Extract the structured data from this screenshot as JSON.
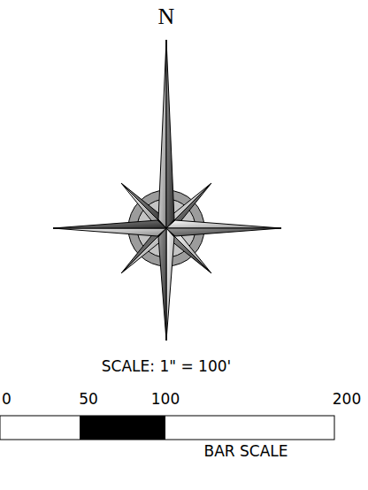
{
  "diagram": {
    "labels": [
      "N",
      "SCALE: 1\" = 100'",
      "0",
      "50",
      "100",
      "200",
      "BAR SCALE"
    ]
  }
}
